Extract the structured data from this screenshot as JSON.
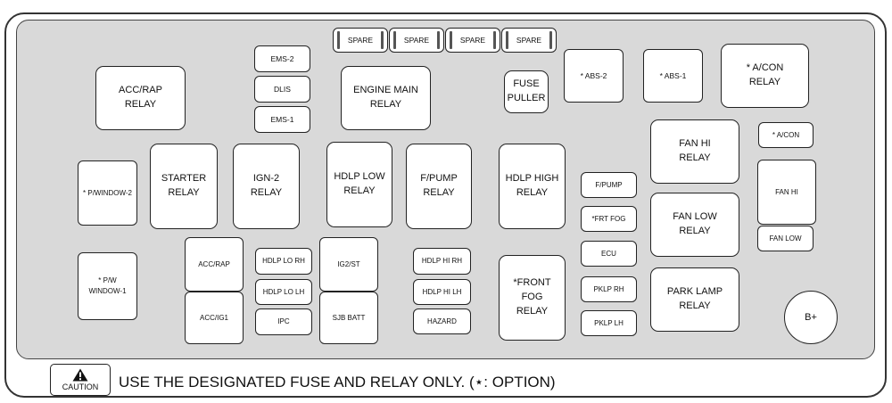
{
  "components": [
    {
      "id": "spare-1",
      "label": "SPARE",
      "kind": "fuse spare"
    },
    {
      "id": "spare-2",
      "label": "SPARE",
      "kind": "fuse spare"
    },
    {
      "id": "spare-3",
      "label": "SPARE",
      "kind": "fuse spare"
    },
    {
      "id": "spare-4",
      "label": "SPARE",
      "kind": "fuse spare"
    },
    {
      "id": "ems-2",
      "label": "EMS-2",
      "kind": "fuse"
    },
    {
      "id": "dlis",
      "label": "DLIS",
      "kind": "fuse"
    },
    {
      "id": "ems-1",
      "label": "EMS-1",
      "kind": "fuse"
    },
    {
      "id": "acc-rap-relay",
      "label": "ACC/RAP\nRELAY",
      "kind": "relay"
    },
    {
      "id": "engine-main-relay",
      "label": "ENGINE MAIN\nRELAY",
      "kind": "relay"
    },
    {
      "id": "fuse-puller",
      "label": "FUSE\nPULLER",
      "kind": "relay"
    },
    {
      "id": "abs-2",
      "label": "* ABS-2",
      "kind": "fuse"
    },
    {
      "id": "abs-1",
      "label": "* ABS-1",
      "kind": "fuse"
    },
    {
      "id": "a-con-relay",
      "label": "* A/CON\nRELAY",
      "kind": "relay"
    },
    {
      "id": "fan-hi-relay",
      "label": "FAN HI\nRELAY",
      "kind": "relay"
    },
    {
      "id": "a-con-fuse",
      "label": "* A/CON",
      "kind": "mini"
    },
    {
      "id": "p-window-2",
      "label": "* P/WINDOW-2",
      "kind": "mini"
    },
    {
      "id": "starter-relay",
      "label": "STARTER\nRELAY",
      "kind": "relay"
    },
    {
      "id": "ign-2-relay",
      "label": "IGN-2\nRELAY",
      "kind": "relay"
    },
    {
      "id": "hdlp-low-relay",
      "label": "HDLP LOW\nRELAY",
      "kind": "relay"
    },
    {
      "id": "f-pump-relay",
      "label": "F/PUMP\nRELAY",
      "kind": "relay"
    },
    {
      "id": "hdlp-high-relay",
      "label": "HDLP HIGH\nRELAY",
      "kind": "relay"
    },
    {
      "id": "f-pump-fuse",
      "label": "F/PUMP",
      "kind": "mini"
    },
    {
      "id": "frt-fog-fuse",
      "label": "*FRT FOG",
      "kind": "mini"
    },
    {
      "id": "fan-hi-fuse",
      "label": "FAN HI",
      "kind": "mini"
    },
    {
      "id": "fan-low-relay",
      "label": "FAN LOW\nRELAY",
      "kind": "relay"
    },
    {
      "id": "fan-low-fuse",
      "label": "FAN LOW",
      "kind": "mini"
    },
    {
      "id": "ecu-fuse",
      "label": "ECU",
      "kind": "mini"
    },
    {
      "id": "p-w-window-1",
      "label": "* P/W WINDOW-1",
      "kind": "mini"
    },
    {
      "id": "acc-rap-fuse",
      "label": "ACC/RAP",
      "kind": "mini"
    },
    {
      "id": "hdlp-lo-rh",
      "label": "HDLP LO RH",
      "kind": "mini"
    },
    {
      "id": "ig2-st",
      "label": "IG2/ST",
      "kind": "mini"
    },
    {
      "id": "hdlp-hi-rh",
      "label": "HDLP HI RH",
      "kind": "mini"
    },
    {
      "id": "front-fog-relay",
      "label": "*FRONT FOG\nRELAY",
      "kind": "relay"
    },
    {
      "id": "pklp-rh",
      "label": "PKLP RH",
      "kind": "mini"
    },
    {
      "id": "park-lamp-relay",
      "label": "PARK LAMP\nRELAY",
      "kind": "relay"
    },
    {
      "id": "hdlp-lo-lh",
      "label": "HDLP LO LH",
      "kind": "mini"
    },
    {
      "id": "hdlp-hi-lh",
      "label": "HDLP HI LH",
      "kind": "mini"
    },
    {
      "id": "acc-ig1",
      "label": "ACC/IG1",
      "kind": "mini"
    },
    {
      "id": "ipc",
      "label": "IPC",
      "kind": "mini"
    },
    {
      "id": "sjb-batt",
      "label": "SJB BATT",
      "kind": "mini"
    },
    {
      "id": "hazard",
      "label": "HAZARD",
      "kind": "mini"
    },
    {
      "id": "pklp-lh",
      "label": "PKLP LH",
      "kind": "mini"
    }
  ],
  "terminal": {
    "label": "B+"
  },
  "caution": {
    "icon": "warning-triangle-icon",
    "label": "CAUTION"
  },
  "note": "USE THE DESIGNATED FUSE AND RELAY ONLY. (⋆: OPTION)"
}
